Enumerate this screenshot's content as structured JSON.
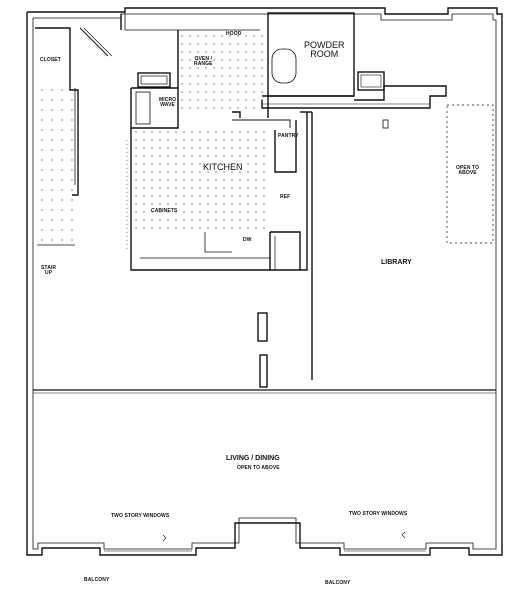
{
  "rooms": {
    "closet": "CLOSET",
    "hood": "HOOD",
    "oven_range": [
      "OVEN /",
      "RANGE"
    ],
    "powder_room": [
      "POWDER",
      "ROOM"
    ],
    "micro_wave": [
      "MICRO",
      "WAVE"
    ],
    "pantry": "PANTRY",
    "kitchen": "KITCHEN",
    "open_to_above_right": [
      "OPEN TO",
      "ABOVE"
    ],
    "ref": "REF",
    "cabinets": "CABINETS",
    "dw": "DW",
    "stair_up": [
      "STAIR",
      "UP"
    ],
    "library": "LIBRARY",
    "living_dining": "LIVING / DINING",
    "open_to_above_main": "OPEN TO ABOVE",
    "two_story_windows_left": "TWO STORY WINDOWS",
    "two_story_windows_right": "TWO STORY WINDOWS",
    "balcony_left": "BALCONY",
    "balcony_right": "BALCONY"
  }
}
